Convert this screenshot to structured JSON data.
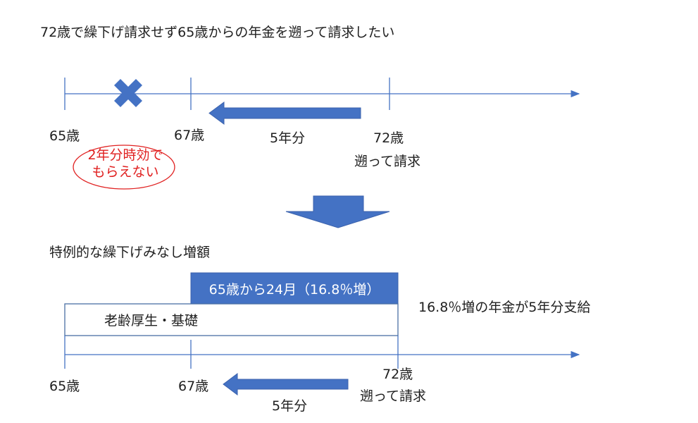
{
  "top": {
    "title": "72歳で繰下げ請求せず65歳からの年金を遡って請求したい",
    "age_65": "65歳",
    "age_67": "67歳",
    "age_72": "72歳",
    "span": "5年分",
    "retro_claim": "遡って請求",
    "lapse_note_line1": "2年分時効で",
    "lapse_note_line2": "もらえない"
  },
  "bottom": {
    "title": "特例的な繰下げみなし増額",
    "increase_bar": "65歳から24月（16.8％増）",
    "base_bar": "老齢厚生・基礎",
    "payout_note": "16.8％増の年金が5年分支給",
    "age_65": "65歳",
    "age_67": "67歳",
    "age_72": "72歳",
    "retro_claim": "遡って請求",
    "span": "5年分"
  },
  "colors": {
    "timeline": "#4472c4",
    "arrow_fill": "#4472c4",
    "cross": "#4472c4",
    "note_red": "#e02020",
    "bar_blue": "#4472c4",
    "bar_outline": "#4a6fa5"
  }
}
